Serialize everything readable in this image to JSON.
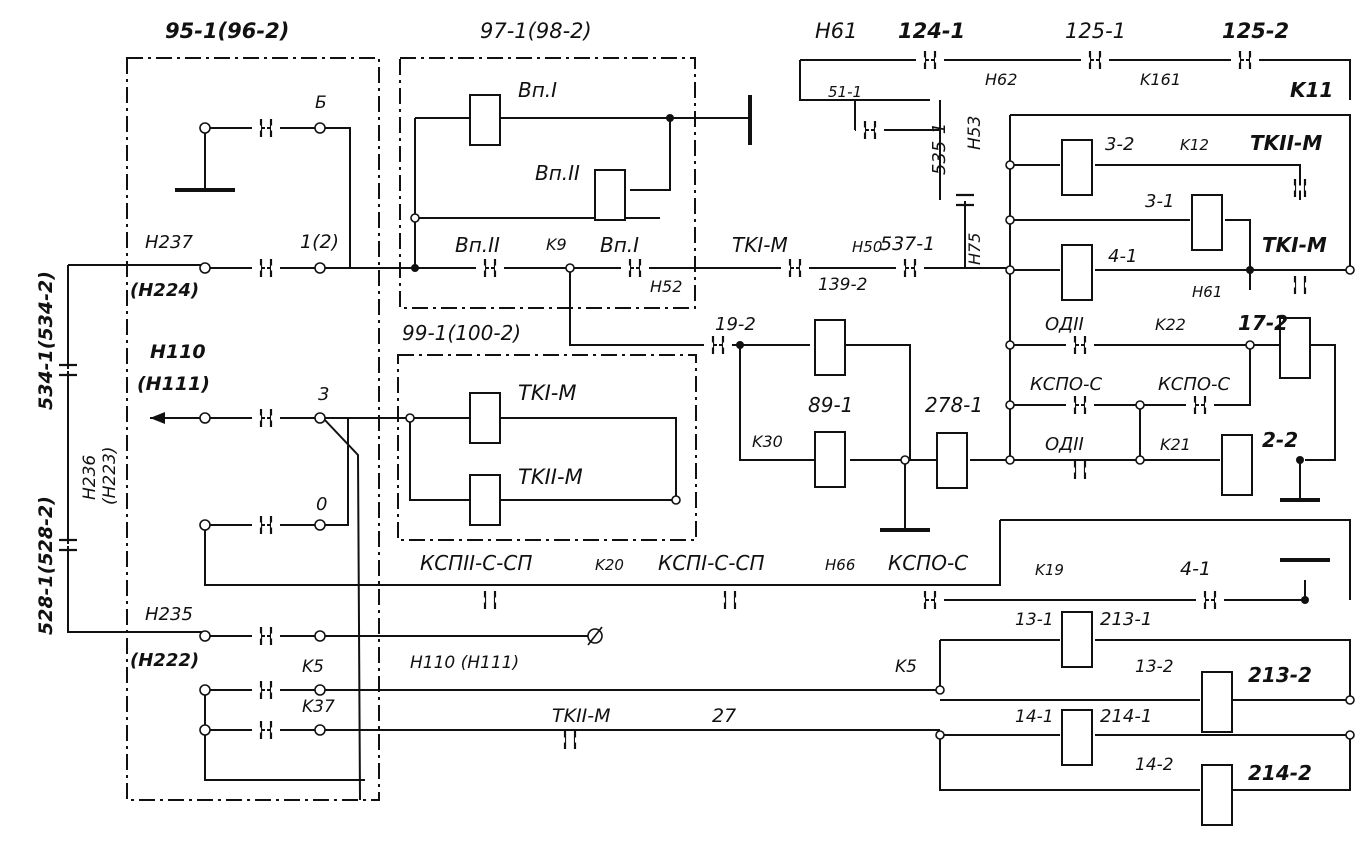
{
  "diagram": {
    "blocks": {
      "block_95": "95-1(96-2)",
      "block_97": "97-1(98-2)",
      "block_99": "99-1(100-2)"
    },
    "contacts": {
      "b": "Б",
      "one_two": "1(2)",
      "three": "3",
      "zero": "0",
      "k5": "K5",
      "k37": "K37"
    },
    "wires": {
      "n237": "H237",
      "n224": "(H224)",
      "n110": "H110",
      "n111": "(H111)",
      "n235": "H235",
      "n222": "(H222)",
      "n110_111": "H110 (H111)",
      "v534": "534-1(534-2)",
      "v528": "528-1(528-2)",
      "n236": "H236",
      "n223": "(H223)",
      "n61a": "H61",
      "n62": "H62",
      "k161": "K161",
      "k11": "K11",
      "n51_1": "51-1",
      "n535": "535-1",
      "n53": "H53",
      "n75": "H75",
      "k12": "K12",
      "n61b": "H61",
      "k22": "K22",
      "k21": "K21",
      "n50": "H50",
      "n52": "H52",
      "k9": "K9",
      "k30": "K30",
      "k20": "K20",
      "n66": "H66",
      "k19": "K19",
      "k5b": "K5",
      "n27": "27"
    },
    "elements": {
      "vp1": "Вп.I",
      "vp2": "Вп.II",
      "vp2c": "Вп.II",
      "vp1c": "Вп.I",
      "tki_m_c": "TKI-M",
      "r537": "537-1",
      "r139": "139-2",
      "r19": "19-2",
      "r89": "89-1",
      "r278": "278-1",
      "tki_m": "TKI-M",
      "tkii_m": "TKII-M",
      "r124": "124-1",
      "r125_1": "125-1",
      "r125_2": "125-2",
      "r3_2": "3-2",
      "tkii_m_top": "TKII-M",
      "r3_1": "3-1",
      "tki_m_r": "TKI-M",
      "r4_1": "4-1",
      "odii": "ОДII",
      "r17_2": "17-2",
      "kspo_c1": "КСПО-С",
      "kspo_c2": "КСПО-С",
      "odii2": "ОДII",
      "r2_2": "2-2",
      "kspii": "КСПII-С-СП",
      "kspi": "КСПI-С-СП",
      "kspo_c3": "КСПО-С",
      "r4_1b": "4-1",
      "r13_1": "13-1",
      "r213_1": "213-1",
      "r13_2": "13-2",
      "r213_2": "213-2",
      "tkii_m_bot": "TKII-M",
      "r14_1": "14-1",
      "r214_1": "214-1",
      "r14_2": "14-2",
      "r214_2": "214-2"
    }
  }
}
